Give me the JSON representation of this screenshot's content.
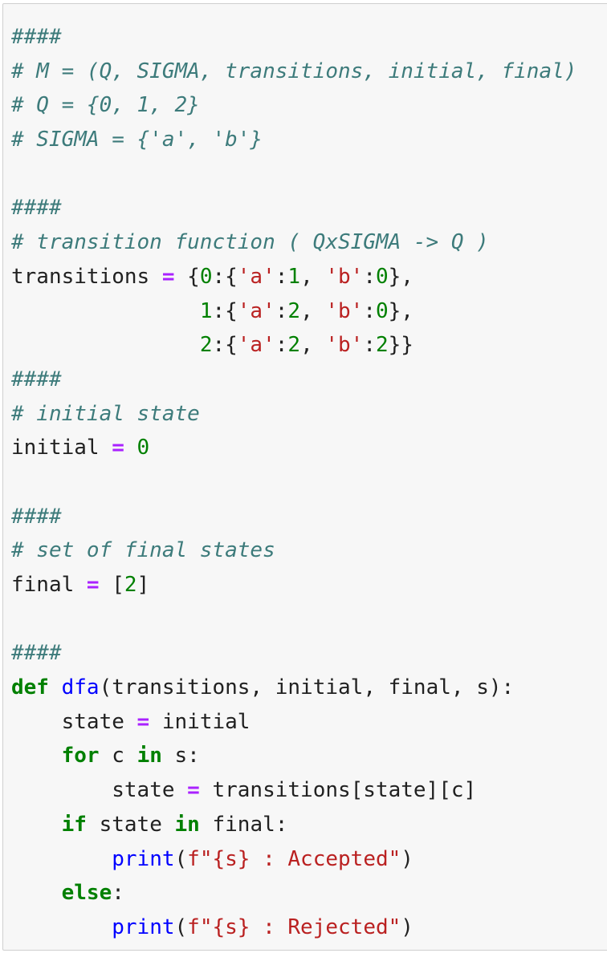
{
  "lines": [
    [
      [
        "comment",
        "####"
      ]
    ],
    [
      [
        "comment",
        "# M = (Q, SIGMA, transitions, initial, final)"
      ]
    ],
    [
      [
        "comment",
        "# Q = {0, 1, 2}"
      ]
    ],
    [
      [
        "comment",
        "# SIGMA = {'a', 'b'}"
      ]
    ],
    [],
    [
      [
        "comment",
        "####"
      ]
    ],
    [
      [
        "comment",
        "# transition function ( QxSIGMA -> Q )"
      ]
    ],
    [
      [
        "name",
        "transitions "
      ],
      [
        "operator",
        "="
      ],
      [
        "punct",
        " {"
      ],
      [
        "number",
        "0"
      ],
      [
        "punct",
        ":{"
      ],
      [
        "string",
        "'a'"
      ],
      [
        "punct",
        ":"
      ],
      [
        "number",
        "1"
      ],
      [
        "punct",
        ", "
      ],
      [
        "string",
        "'b'"
      ],
      [
        "punct",
        ":"
      ],
      [
        "number",
        "0"
      ],
      [
        "punct",
        "},"
      ]
    ],
    [
      [
        "punct",
        "               "
      ],
      [
        "number",
        "1"
      ],
      [
        "punct",
        ":{"
      ],
      [
        "string",
        "'a'"
      ],
      [
        "punct",
        ":"
      ],
      [
        "number",
        "2"
      ],
      [
        "punct",
        ", "
      ],
      [
        "string",
        "'b'"
      ],
      [
        "punct",
        ":"
      ],
      [
        "number",
        "0"
      ],
      [
        "punct",
        "},"
      ]
    ],
    [
      [
        "punct",
        "               "
      ],
      [
        "number",
        "2"
      ],
      [
        "punct",
        ":{"
      ],
      [
        "string",
        "'a'"
      ],
      [
        "punct",
        ":"
      ],
      [
        "number",
        "2"
      ],
      [
        "punct",
        ", "
      ],
      [
        "string",
        "'b'"
      ],
      [
        "punct",
        ":"
      ],
      [
        "number",
        "2"
      ],
      [
        "punct",
        "}}"
      ]
    ],
    [
      [
        "comment",
        "####"
      ]
    ],
    [
      [
        "comment",
        "# initial state"
      ]
    ],
    [
      [
        "name",
        "initial "
      ],
      [
        "operator",
        "="
      ],
      [
        "punct",
        " "
      ],
      [
        "number",
        "0"
      ]
    ],
    [],
    [
      [
        "comment",
        "####"
      ]
    ],
    [
      [
        "comment",
        "# set of final states"
      ]
    ],
    [
      [
        "name",
        "final "
      ],
      [
        "operator",
        "="
      ],
      [
        "punct",
        " ["
      ],
      [
        "number",
        "2"
      ],
      [
        "punct",
        "]"
      ]
    ],
    [],
    [
      [
        "comment",
        "####"
      ]
    ],
    [
      [
        "keyword",
        "def"
      ],
      [
        "punct",
        " "
      ],
      [
        "func",
        "dfa"
      ],
      [
        "punct",
        "(transitions, initial, final, s):"
      ]
    ],
    [
      [
        "punct",
        "    "
      ],
      [
        "name",
        "state "
      ],
      [
        "operator",
        "="
      ],
      [
        "name",
        " initial"
      ]
    ],
    [
      [
        "punct",
        "    "
      ],
      [
        "keyword",
        "for"
      ],
      [
        "name",
        " c "
      ],
      [
        "keyword",
        "in"
      ],
      [
        "name",
        " s:"
      ]
    ],
    [
      [
        "punct",
        "        "
      ],
      [
        "name",
        "state "
      ],
      [
        "operator",
        "="
      ],
      [
        "name",
        " transitions[state][c]"
      ]
    ],
    [
      [
        "punct",
        "    "
      ],
      [
        "keyword",
        "if"
      ],
      [
        "name",
        " state "
      ],
      [
        "keyword",
        "in"
      ],
      [
        "name",
        " final:"
      ]
    ],
    [
      [
        "punct",
        "        "
      ],
      [
        "func",
        "print"
      ],
      [
        "punct",
        "("
      ],
      [
        "string",
        "f\"{s} : Accepted\""
      ],
      [
        "punct",
        ")"
      ]
    ],
    [
      [
        "punct",
        "    "
      ],
      [
        "keyword",
        "else"
      ],
      [
        "punct",
        ":"
      ]
    ],
    [
      [
        "punct",
        "        "
      ],
      [
        "func",
        "print"
      ],
      [
        "punct",
        "("
      ],
      [
        "string",
        "f\"{s} : Rejected\""
      ],
      [
        "punct",
        ")"
      ]
    ]
  ]
}
